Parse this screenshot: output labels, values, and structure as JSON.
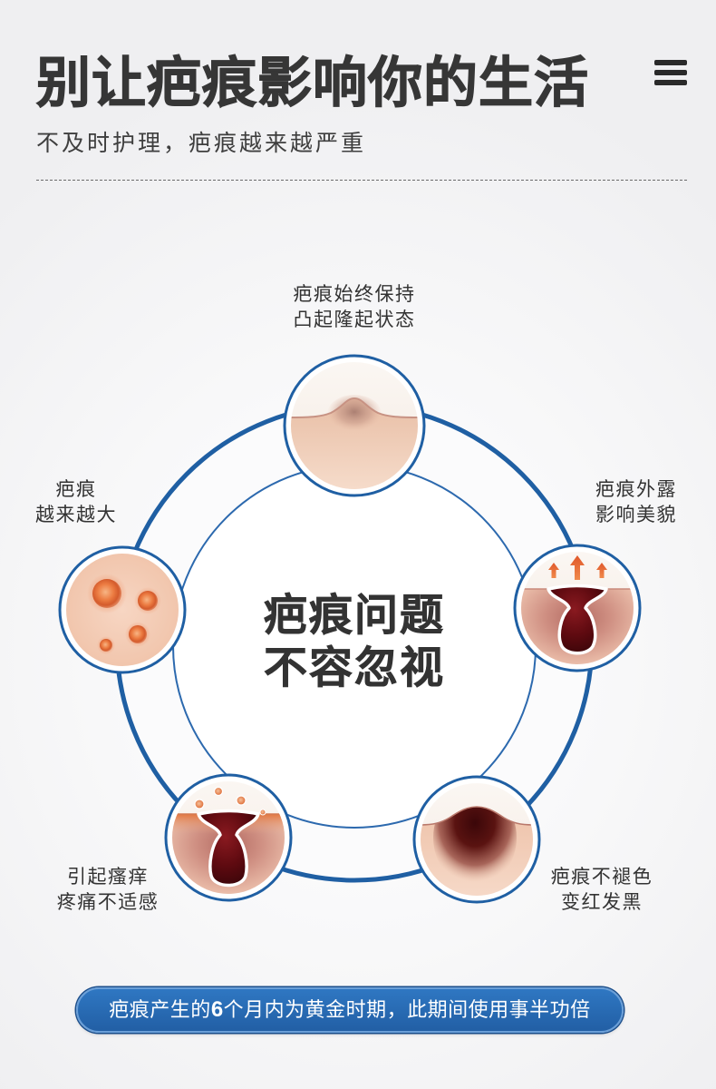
{
  "header": {
    "title": "别让疤痕影响你的生活",
    "subtitle": "不及时护理，疤痕越来越严重",
    "menu_icon": "hamburger-menu-icon"
  },
  "diagram": {
    "center": {
      "line1": "疤痕问题",
      "line2": "不容忽视"
    },
    "nodes": [
      {
        "icon": "raised-scar-icon",
        "lines": [
          "疤痕始终保持",
          "凸起隆起状态"
        ]
      },
      {
        "icon": "exposed-scar-icon",
        "lines": [
          "疤痕外露",
          "影响美貌"
        ]
      },
      {
        "icon": "darkened-scar-icon",
        "lines": [
          "疤痕不褪色",
          "变红发黑"
        ]
      },
      {
        "icon": "itchy-scar-icon",
        "lines": [
          "引起瘙痒",
          "疼痛不适感"
        ]
      },
      {
        "icon": "growing-scar-icon",
        "lines": [
          "疤痕",
          "越来越大"
        ]
      }
    ]
  },
  "banner": {
    "text_before": "疤痕产生的",
    "highlight": "6",
    "text_after": "个月内为黄金时期，此期间使用事半功倍"
  },
  "colors": {
    "accent_blue": "#1f5fa3",
    "title_text": "#363636",
    "banner_background": "#225fa5",
    "banner_text": "#ffffff",
    "scar_dark": "#5e0a10",
    "spot_orange": "#ec7c42"
  }
}
